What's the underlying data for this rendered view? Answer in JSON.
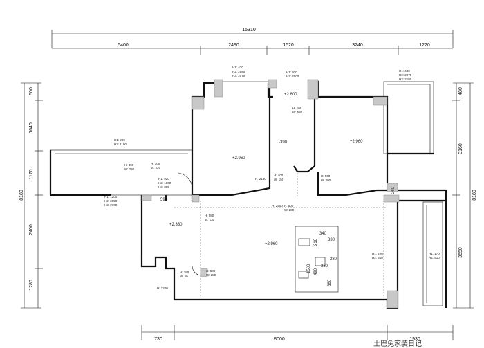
{
  "top_dims": {
    "total": "15310",
    "segments": [
      "5400",
      "2490",
      "1520",
      "3240",
      "1220"
    ]
  },
  "bottom_dims": {
    "segments": [
      "730",
      "8000",
      "1930"
    ]
  },
  "left_dims": {
    "total": "8180",
    "segments": [
      "500",
      "1640",
      "1170",
      "2400",
      "1280"
    ]
  },
  "right_dims": {
    "total": "8180",
    "segments": [
      "480",
      "3160",
      "3650"
    ]
  },
  "elevations": {
    "bedroom_main": "+2.960",
    "bedroom_mid": "-390",
    "bedroom_right": "+2.960",
    "kitchen": "+2.330",
    "living": "+2.960",
    "mid_top": "+2.800"
  },
  "annotations": {
    "top_window_a": [
      "H1: 430",
      "H2: 2080",
      "H3: 2070"
    ],
    "top_window_b": [
      "H1: 930",
      "H2: 2000"
    ],
    "top_right_window": [
      "H1: 400",
      "H2: 2070",
      "H3: 2180"
    ],
    "balcony_left": [
      "H1: 200",
      "H2: 1100"
    ],
    "opening_1": [
      "H: 300",
      "W: 230"
    ],
    "opening_2": [
      "H: 300",
      "W: 220"
    ],
    "opening_3": [
      "H1: 920",
      "H2: 1800",
      "H3: 385"
    ],
    "opening_4": [
      "H1: 1200",
      "H2: 2050",
      "H3: 2700"
    ],
    "bath_vent": [
      "H: 100",
      "W: 580"
    ],
    "bed_door": "H: 2150",
    "closet": [
      "H: 400",
      "W: 150"
    ],
    "bed2_vent": [
      "H: 500",
      "W: 290"
    ],
    "beam_1": "H: 2500",
    "beam_2": [
      "H: 500",
      "W: 280"
    ],
    "kitchen_vent": [
      "H: 580",
      "W: 130"
    ],
    "dining_vent": [
      "H: 580",
      "W: 280"
    ],
    "small_vent": [
      "H: 180",
      "W: 50"
    ],
    "kitchen_height": "H: 1200",
    "living_window": [
      "H1: 220",
      "H2: 610"
    ],
    "right_window": [
      "H1: 170",
      "H2: 510"
    ],
    "dim_590": "590",
    "dim_260": "260",
    "dim_210": "210",
    "dim_340": "340",
    "dim_330a": "330",
    "dim_280": "280",
    "dim_1500": "1500",
    "dim_490": "490",
    "dim_330b": "330",
    "dim_360": "360"
  },
  "watermark": "土巴兔家装日记"
}
